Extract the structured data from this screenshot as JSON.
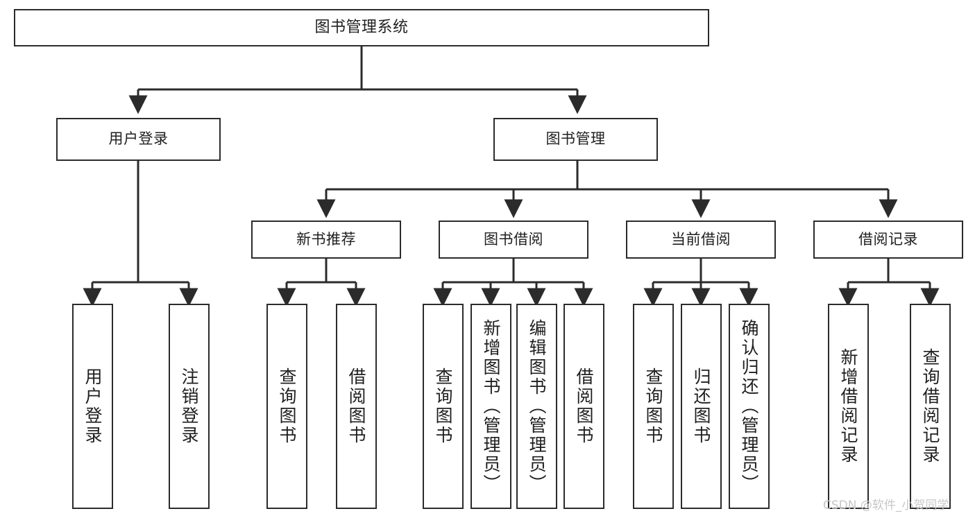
{
  "diagram": {
    "type": "tree",
    "title": "图书管理系统",
    "orientation": "top-down",
    "edge_color": "#2b2b2b",
    "box_border_color": "#2b2b2b",
    "box_fill_color": "#ffffff",
    "text_color": "#1f1f1f"
  },
  "nodes": {
    "root": {
      "label": "图书管理系统"
    },
    "level2": [
      {
        "label": "用户登录"
      },
      {
        "label": "图书管理"
      }
    ],
    "level3": [
      {
        "label": "新书推荐"
      },
      {
        "label": "图书借阅"
      },
      {
        "label": "当前借阅"
      },
      {
        "label": "借阅记录"
      }
    ],
    "leaves": {
      "user_login": [
        {
          "label": "用户登录"
        },
        {
          "label": "注销登录"
        }
      ],
      "new_book_recommend": [
        {
          "label": "查询图书"
        },
        {
          "label": "借阅图书"
        }
      ],
      "book_borrow": [
        {
          "label": "查询图书"
        },
        {
          "label": "新增图书（管理员）"
        },
        {
          "label": "编辑图书（管理员）"
        },
        {
          "label": "借阅图书"
        }
      ],
      "current_borrow": [
        {
          "label": "查询图书"
        },
        {
          "label": "归还图书"
        },
        {
          "label": "确认归还（管理员）"
        }
      ],
      "borrow_record": [
        {
          "label": "新增借阅记录"
        },
        {
          "label": "查询借阅记录"
        }
      ]
    }
  },
  "watermark": {
    "text": "CSDN @软件_小贺同学"
  }
}
